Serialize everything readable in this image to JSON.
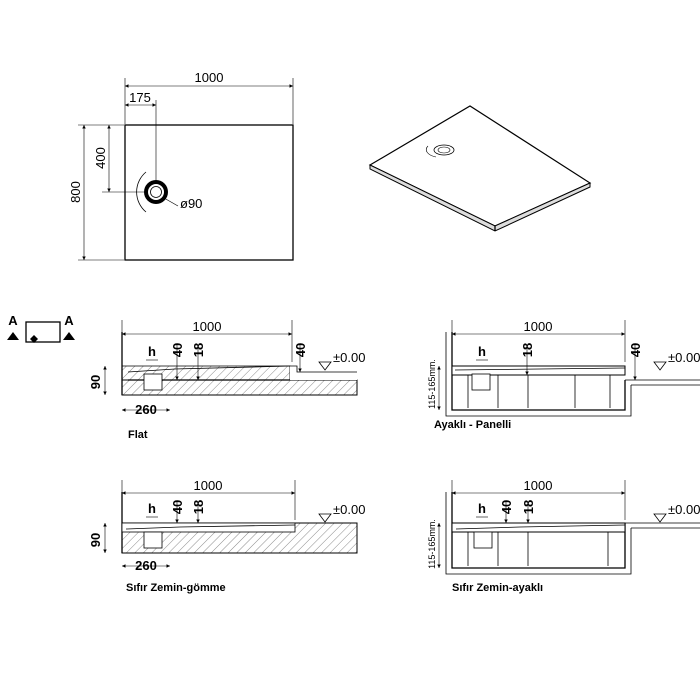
{
  "plan": {
    "width": "1000",
    "depth": "800",
    "drain_offset_x": "175",
    "drain_offset_y": "400",
    "drain_diameter": "ø90"
  },
  "section_marker": {
    "left": "A",
    "right": "A"
  },
  "sections": [
    {
      "caption": "Flat",
      "width": "1000",
      "h": "h",
      "d40": "40",
      "d18": "18",
      "edge": "40",
      "level": "±0.00",
      "depth": "90",
      "drain": "260"
    },
    {
      "caption": "Ayaklı - Panelli",
      "width": "1000",
      "h": "h",
      "d18": "18",
      "edge": "40",
      "level": "±0.00",
      "range": "115-165mm."
    },
    {
      "caption": "Sıfır Zemin-gömme",
      "width": "1000",
      "h": "h",
      "d40": "40",
      "d18": "18",
      "level": "±0.00",
      "depth": "90",
      "drain": "260"
    },
    {
      "caption": "Sıfır Zemin-ayaklı",
      "width": "1000",
      "h": "h",
      "d40": "40",
      "d18": "18",
      "level": "±0.00",
      "range": "115-165mm."
    }
  ]
}
